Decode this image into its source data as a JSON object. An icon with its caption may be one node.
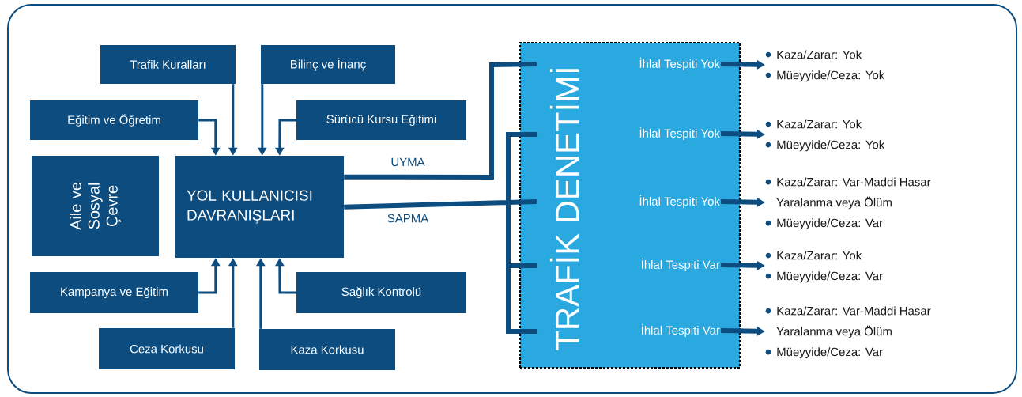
{
  "diagram": {
    "nodes": [
      {
        "text": [
          "Trafik Kuralları"
        ]
      },
      {
        "text": [
          "Bilinç ve İnanç"
        ]
      },
      {
        "text": [
          "Eğitim ve Öğretim"
        ]
      },
      {
        "text": [
          "Sürücü Kursu Eğitimi"
        ]
      },
      {
        "text": [
          "Aile ve Sosyal Çevre"
        ]
      },
      {
        "text": [
          "YOL KULLANICISI DAVRANIŞLARI"
        ]
      },
      {
        "text": [
          "Kampanya ve Eğitim"
        ]
      },
      {
        "text": [
          "Sağlık Kontrolü"
        ]
      },
      {
        "text": [
          "Ceza Korkusu"
        ]
      },
      {
        "text": [
          "Kaza Korkusu"
        ]
      },
      {
        "text": [
          "TRAFİK DENETİMİ"
        ]
      },
      {
        "text": [
          "İhlal Tespiti Yok"
        ],
        "in": 10
      },
      {
        "text": [
          "İhlal Tespiti Yok"
        ],
        "in": 10
      },
      {
        "text": [
          "İhlal Tespiti Yok"
        ],
        "in": 10
      },
      {
        "text": [
          "İhlal Tespiti Var"
        ],
        "in": 10
      },
      {
        "text": [
          "İhlal Tespiti Var"
        ],
        "in": 10
      },
      {
        "text": [
          "Kaza/Zarar: Yok",
          "Müeyyide/Ceza: Yok"
        ]
      },
      {
        "text": [
          "Kaza/Zarar: Yok",
          "Müeyyide/Ceza: Yok"
        ]
      },
      {
        "text": [
          "Kaza/Zarar: Var-Maddi Hasar Yaralanma veya Ölüm",
          "Müeyyide/Ceza: Var"
        ]
      },
      {
        "text": [
          "Kaza/Zarar: Yok",
          "Müeyyide/Ceza: Var"
        ]
      },
      {
        "text": [
          "Kaza/Zarar: Var-Maddi Hasar Yaralanma veya Ölüm",
          "Müeyyide/Ceza: Var"
        ]
      }
    ],
    "edges": [
      {
        "from": 0,
        "to": 5,
        "arrow": "to"
      },
      {
        "from": 1,
        "to": 5,
        "arrow": "to"
      },
      {
        "from": 2,
        "to": 5,
        "arrow": "to"
      },
      {
        "from": 3,
        "to": 5,
        "arrow": "to"
      },
      {
        "from": 6,
        "to": 5,
        "arrow": "to"
      },
      {
        "from": 7,
        "to": 5,
        "arrow": "to"
      },
      {
        "from": 8,
        "to": 5,
        "arrow": "to"
      },
      {
        "from": 9,
        "to": 5,
        "arrow": "to"
      },
      {
        "from": 5,
        "to": 10,
        "arrow": "none",
        "label": "UYMA",
        "style": "thick"
      },
      {
        "from": 5,
        "to": 10,
        "arrow": "none",
        "label": "SAPMA",
        "style": "thick"
      },
      {
        "from": 11,
        "to": 16,
        "arrow": "to",
        "style": "thick"
      },
      {
        "from": 12,
        "to": 17,
        "arrow": "to",
        "style": "thick"
      },
      {
        "from": 13,
        "to": 18,
        "arrow": "to",
        "style": "thick"
      },
      {
        "from": 14,
        "to": 19,
        "arrow": "to",
        "style": "thick"
      },
      {
        "from": 15,
        "to": 20,
        "arrow": "to",
        "style": "thick"
      }
    ]
  }
}
